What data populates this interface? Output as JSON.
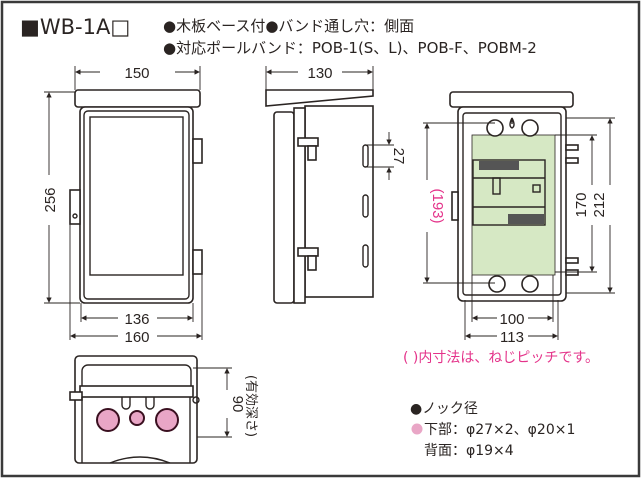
{
  "title": "■WB-1A□",
  "features": {
    "line1": "●木板ベース付●バンド通し穴：側面",
    "line2": "●対応ポールバンド：POB-1(S、L)、POB-F、POBM-2"
  },
  "dimensions": {
    "front_width_top": "150",
    "front_height": "256",
    "front_inner_width": "136",
    "front_outer_width": "160",
    "side_depth": "130",
    "side_slot": "27",
    "inner_pitch_height": "(193)",
    "inner_height_1": "170",
    "inner_height_2": "212",
    "inner_width_1": "100",
    "inner_width_2": "113",
    "bottom_depth": "90",
    "bottom_depth_label": "(有効深さ)"
  },
  "notes": {
    "pitch_note": "( )内寸法は、ねじピッチです。",
    "knock_title": "●ノック径",
    "knock_bottom": "下部：φ27×2、φ20×1",
    "knock_back": "背面：φ19×4"
  },
  "colors": {
    "pink": "#e4338a",
    "knock_fill": "#e9a6c6",
    "plate_green": "#d6e8c4",
    "ink": "#2a2422"
  }
}
